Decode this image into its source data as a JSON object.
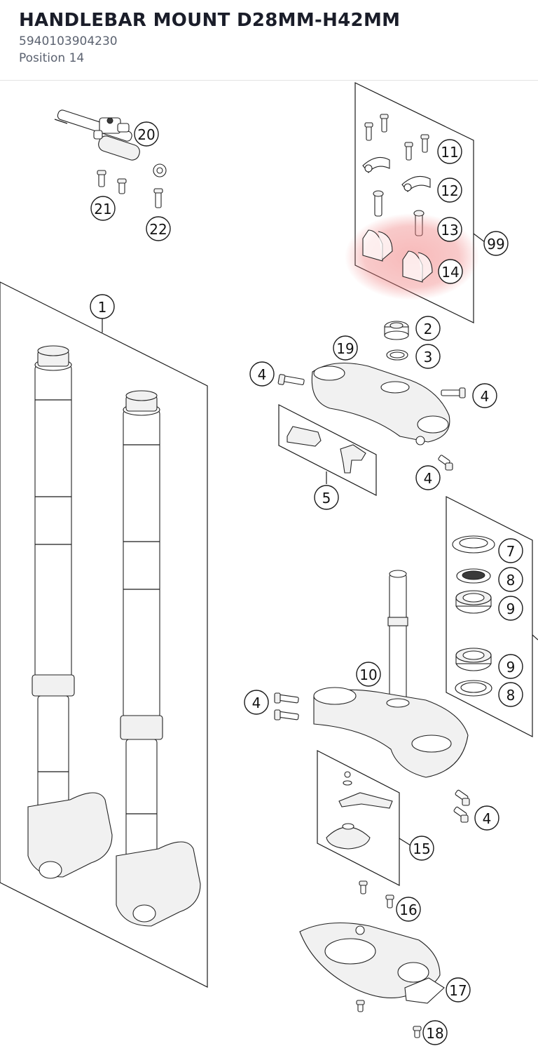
{
  "header": {
    "title": "HANDLEBAR MOUNT D28MM-H42MM",
    "part_number": "5940103904230",
    "position": "Position 14"
  },
  "diagram": {
    "highlight_color": "#f08080",
    "callouts": [
      "20",
      "21",
      "22",
      "11",
      "12",
      "13",
      "99",
      "14",
      "1",
      "2",
      "3",
      "19",
      "4",
      "4",
      "5",
      "4",
      "7",
      "8",
      "9",
      "9",
      "8",
      "10",
      "4",
      "4",
      "15",
      "16",
      "17",
      "18"
    ]
  }
}
